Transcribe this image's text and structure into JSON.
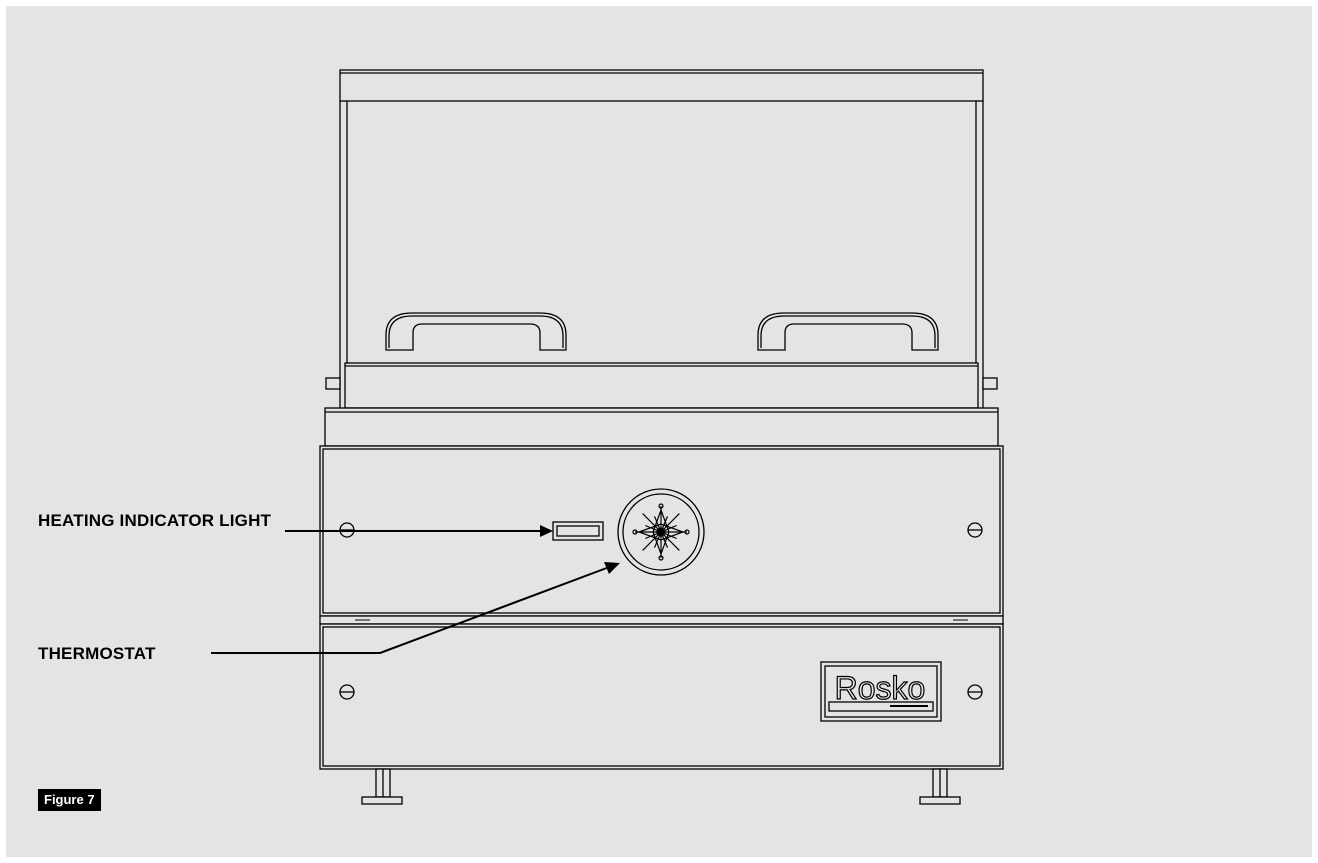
{
  "callouts": {
    "heating_indicator_light": "HEATING INDICATOR LIGHT",
    "thermostat": "THERMOSTAT"
  },
  "figure_label": "Figure 7",
  "brand": {
    "name": "Rosko"
  },
  "colors": {
    "background": "#e4e4e4",
    "line": "#000000",
    "figure_tag_bg": "#000000",
    "figure_tag_text": "#ffffff"
  }
}
